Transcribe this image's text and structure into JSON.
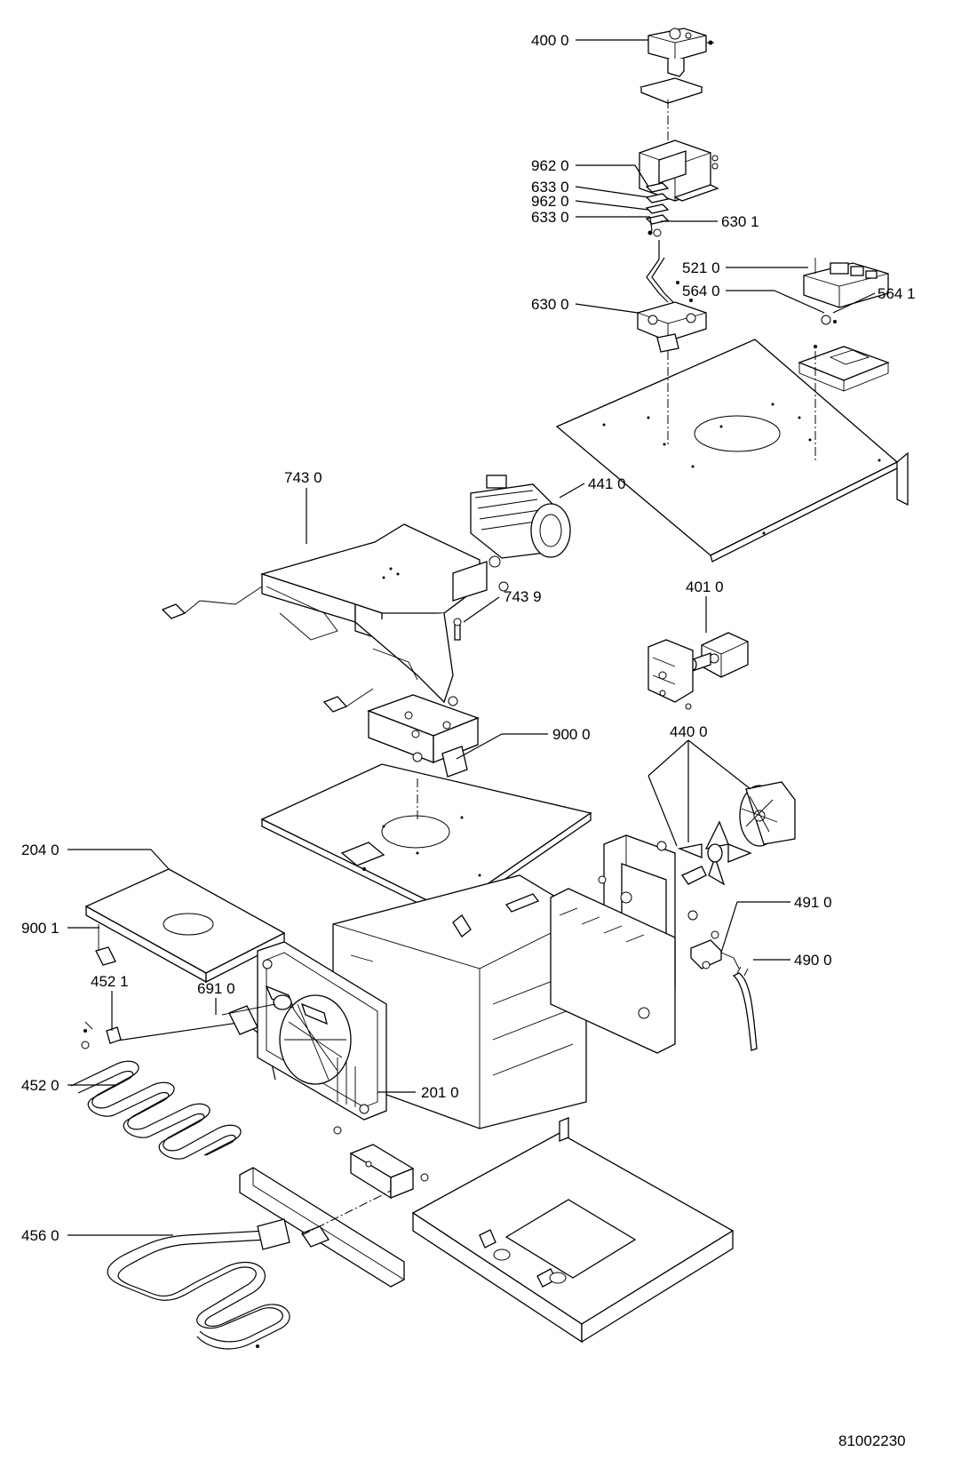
{
  "diagram": {
    "drawing_number": "81002230",
    "callouts": {
      "c4000": "400 0",
      "c9620a": "962 0",
      "c6330a": "633 0",
      "c9620b": "962 0",
      "c6330b": "633 0",
      "c6301": "630 1",
      "c5210": "521 0",
      "c5640": "564 0",
      "c5641": "564 1",
      "c6300": "630 0",
      "c7430": "743 0",
      "c4410": "441 0",
      "c7439": "743 9",
      "c4010": "401 0",
      "c9000": "900 0",
      "c4400": "440 0",
      "c2040": "204 0",
      "c9001": "900 1",
      "c4910": "491 0",
      "c4900": "490 0",
      "c4521": "452 1",
      "c6910": "691 0",
      "c4520": "452 0",
      "c2010": "201 0",
      "c4560": "456 0"
    }
  }
}
